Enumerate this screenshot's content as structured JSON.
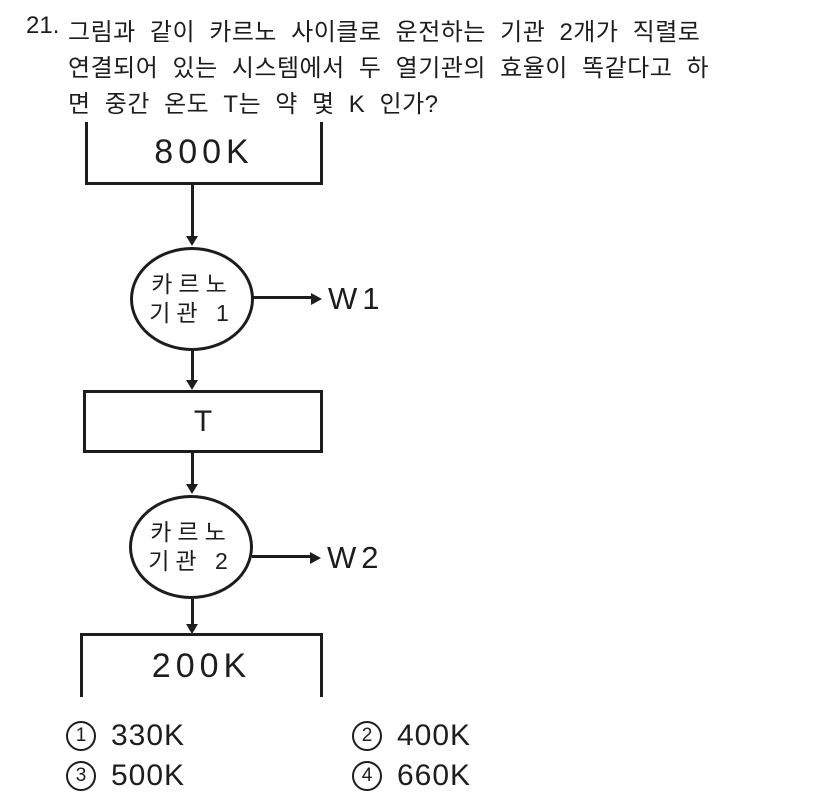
{
  "question": {
    "number": "21.",
    "lines": [
      "그림과 같이 카르노 사이클로 운전하는 기관 2개가 직렬로",
      "연결되어 있는 시스템에서 두 열기관의 효율이 똑같다고 하",
      "면 중간 온도 T는 약 몇 K 인가?"
    ]
  },
  "diagram": {
    "hot_reservoir": "800K",
    "engine1": {
      "line1": "카르노",
      "line2": "기관 1",
      "work": "W1"
    },
    "mid_reservoir": "T",
    "engine2": {
      "line1": "카르노",
      "line2": "기관 2",
      "work": "W2"
    },
    "cold_reservoir": "200K"
  },
  "choices": [
    {
      "num": "1",
      "label": "330K"
    },
    {
      "num": "2",
      "label": "400K"
    },
    {
      "num": "3",
      "label": "500K"
    },
    {
      "num": "4",
      "label": "660K"
    }
  ],
  "colors": {
    "ink": "#1d1d1d",
    "paper": "#ffffff"
  }
}
